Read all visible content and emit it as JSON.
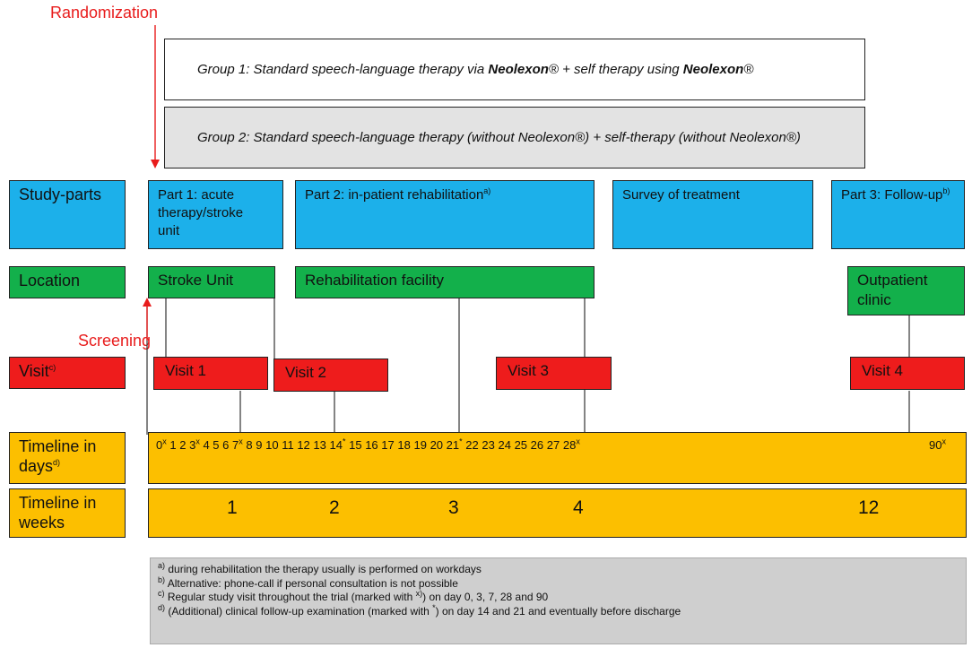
{
  "randomization": "Randomization",
  "screening": "Screening",
  "groups": {
    "g1": {
      "a": "Group 1: Standard speech-language therapy via ",
      "b": "Neolexon",
      "c": "® + self therapy using ",
      "d": "Neolexon",
      "e": "®"
    },
    "g2": "Group 2: Standard speech-language therapy (without Neolexon®) + self-therapy (without Neolexon®)"
  },
  "rows": {
    "study_parts": "Study-parts",
    "location": "Location",
    "visit": "Visit",
    "visit_sup": "c)",
    "timeline_days_1": "Timeline in",
    "timeline_days_2": "days",
    "timeline_days_sup": "d)",
    "timeline_weeks_1": "Timeline in",
    "timeline_weeks_2": "weeks"
  },
  "parts": {
    "p1_1": "Part 1: acute",
    "p1_2": "therapy/stroke",
    "p1_3": "unit",
    "p2": "Part 2: in-patient rehabilitation",
    "p2_sup": "a)",
    "survey": "Survey of treatment",
    "p3": "Part 3: Follow-up",
    "p3_sup": "b)"
  },
  "locations": {
    "stroke": "Stroke Unit",
    "rehab": "Rehabilitation facility",
    "outpatient_1": "Outpatient",
    "outpatient_2": "clinic"
  },
  "visits": [
    "Visit 1",
    "Visit 2",
    "Visit 3",
    "Visit 4"
  ],
  "days": {
    "d0": "0",
    "d1": "1",
    "d2": "2",
    "d3": "3",
    "d4": "4",
    "d5": "5",
    "d6": "6",
    "d7": "7",
    "d8": "8",
    "d9": "9",
    "d10": "10",
    "d11": "11",
    "d12": "12",
    "d13": "13",
    "d14": "14",
    "d15": "15",
    "d16": "16",
    "d17": "17",
    "d18": "18",
    "d19": "19",
    "d20": "20",
    "d21": "21",
    "d22": "22",
    "d23": "23",
    "d24": "24",
    "d25": "25",
    "d26": "26",
    "d27": "27",
    "d28": "28",
    "d90": "90",
    "mark_x": "x",
    "mark_star": "*"
  },
  "weeks": [
    "1",
    "2",
    "3",
    "4",
    "12"
  ],
  "footnotes": {
    "a_sup": "a)",
    "a": " during rehabilitation the therapy usually is performed on workdays",
    "b_sup": "b)",
    "b": " Alternative: phone-call if personal consultation is not possible",
    "c_sup": "c)",
    "c1": " Regular study visit throughout the trial (marked with ",
    "c_mark": "x)",
    "c2": ") on day 0, 3, 7, 28 and 90",
    "d_sup": "d)",
    "d1": " (Additional) clinical follow-up examination (marked with ",
    "d_mark": "*",
    "d2": ") on day 14 and 21 and eventually before discharge"
  }
}
